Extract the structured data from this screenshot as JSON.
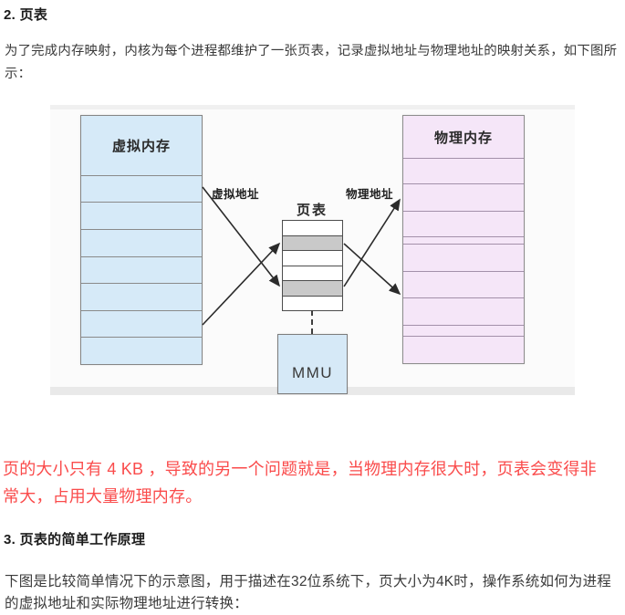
{
  "article": {
    "heading2": "2. 页表",
    "para1": "为了完成内存映射，内核为每个进程都维护了一张页表，记录虚拟地址与物理地址的映射关系，如下图所示：",
    "warning_text": "页的大小只有 4 KB ，导致的另一个问题就是，当物理内存很大时，页表会变得非常大，占用大量物理内存。",
    "warning_color": "#fa4b4b",
    "heading3": "3. 页表的简单工作原理",
    "para2": "下图是比较简单情况下的示意图，用于描述在32位系统下，页大小为4K时，操作系统如何为进程的虚拟地址和实际物理地址进行转换："
  },
  "diagram": {
    "virtual_memory": {
      "title": "虚拟内存",
      "rows": 7,
      "fill": "#d6eaf8"
    },
    "physical_memory": {
      "title": "物理内存",
      "rows": 9,
      "fill": "#f5e6f8"
    },
    "page_table": {
      "title": "页表",
      "rows": 6,
      "highlighted_rows": [
        2,
        5
      ],
      "highlight_fill": "#c9c9c9"
    },
    "mmu": {
      "label": "MMU",
      "fill": "#d6e9f7"
    },
    "labels": {
      "virtual_address": "虚拟地址",
      "physical_address": "物理地址"
    },
    "arrow_color": "#2b2b2b"
  }
}
